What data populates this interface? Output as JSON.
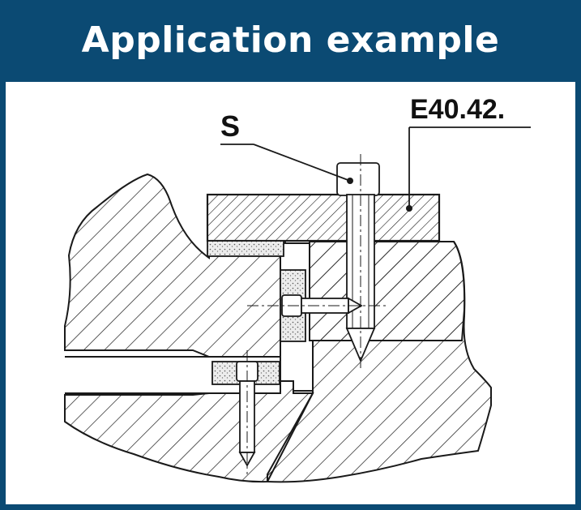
{
  "title": "Application example",
  "labels": {
    "part_s": "S",
    "part_code": "E40.42."
  },
  "colors": {
    "header_bg": "#0b4a73",
    "title_text": "#ffffff",
    "line": "#1a1a1a",
    "insulation_fill": "#e6e6e6"
  }
}
